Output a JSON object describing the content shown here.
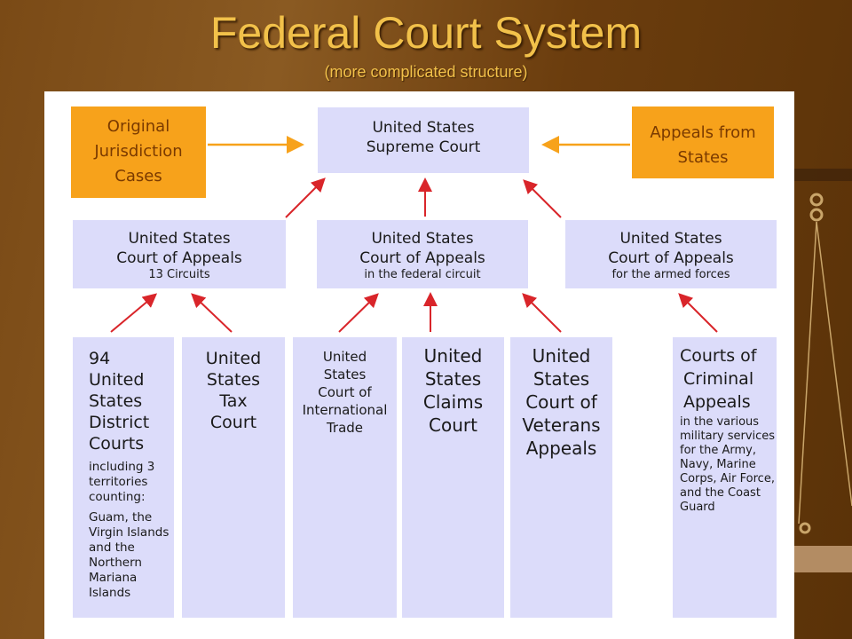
{
  "header": {
    "title": "Federal Court System",
    "subtitle": "(more complicated structure)"
  },
  "supreme": {
    "line1": "United States",
    "line2": "Supreme Court"
  },
  "side_boxes": {
    "original": {
      "line1": "Original",
      "line2": "Jurisdiction",
      "line3": "Cases"
    },
    "appeals_states": {
      "line1": "Appeals from",
      "line2": "States"
    }
  },
  "appeals": [
    {
      "line1": "United States",
      "line2": "Court of Appeals",
      "sub": "13 Circuits"
    },
    {
      "line1": "United States",
      "line2": "Court of Appeals",
      "sub": "in the federal circuit"
    },
    {
      "line1": "United States",
      "line2": "Court of Appeals",
      "sub": "for the armed forces"
    }
  ],
  "courts": {
    "district": {
      "lines": [
        "94",
        "United",
        "States",
        "District",
        "Courts"
      ],
      "note1": "including 3 territories counting:",
      "note2": "Guam, the Virgin Islands and the Northern Mariana Islands"
    },
    "tax": {
      "lines": [
        "United",
        "States",
        "Tax",
        "Court"
      ]
    },
    "intl_trade": {
      "lines": [
        "United",
        "States",
        "Court of",
        "International",
        "Trade"
      ]
    },
    "claims": {
      "lines": [
        "United",
        "States",
        "Claims",
        "Court"
      ]
    },
    "veterans": {
      "lines": [
        "United",
        "States",
        "Court of",
        "Veterans",
        "Appeals"
      ]
    },
    "criminal": {
      "lines": [
        "Courts of",
        "Criminal",
        "Appeals"
      ],
      "note": "in the various military services for the Army, Navy, Marine Corps, Air Force, and the Coast Guard"
    }
  },
  "colors": {
    "box_fill": "#dcdcfa",
    "orange_fill": "#f7a21b",
    "orange_text": "#7a3a00",
    "arrow_red": "#d9252a",
    "arrow_orange": "#f7a21b",
    "title_gold": "#f2c14a"
  }
}
